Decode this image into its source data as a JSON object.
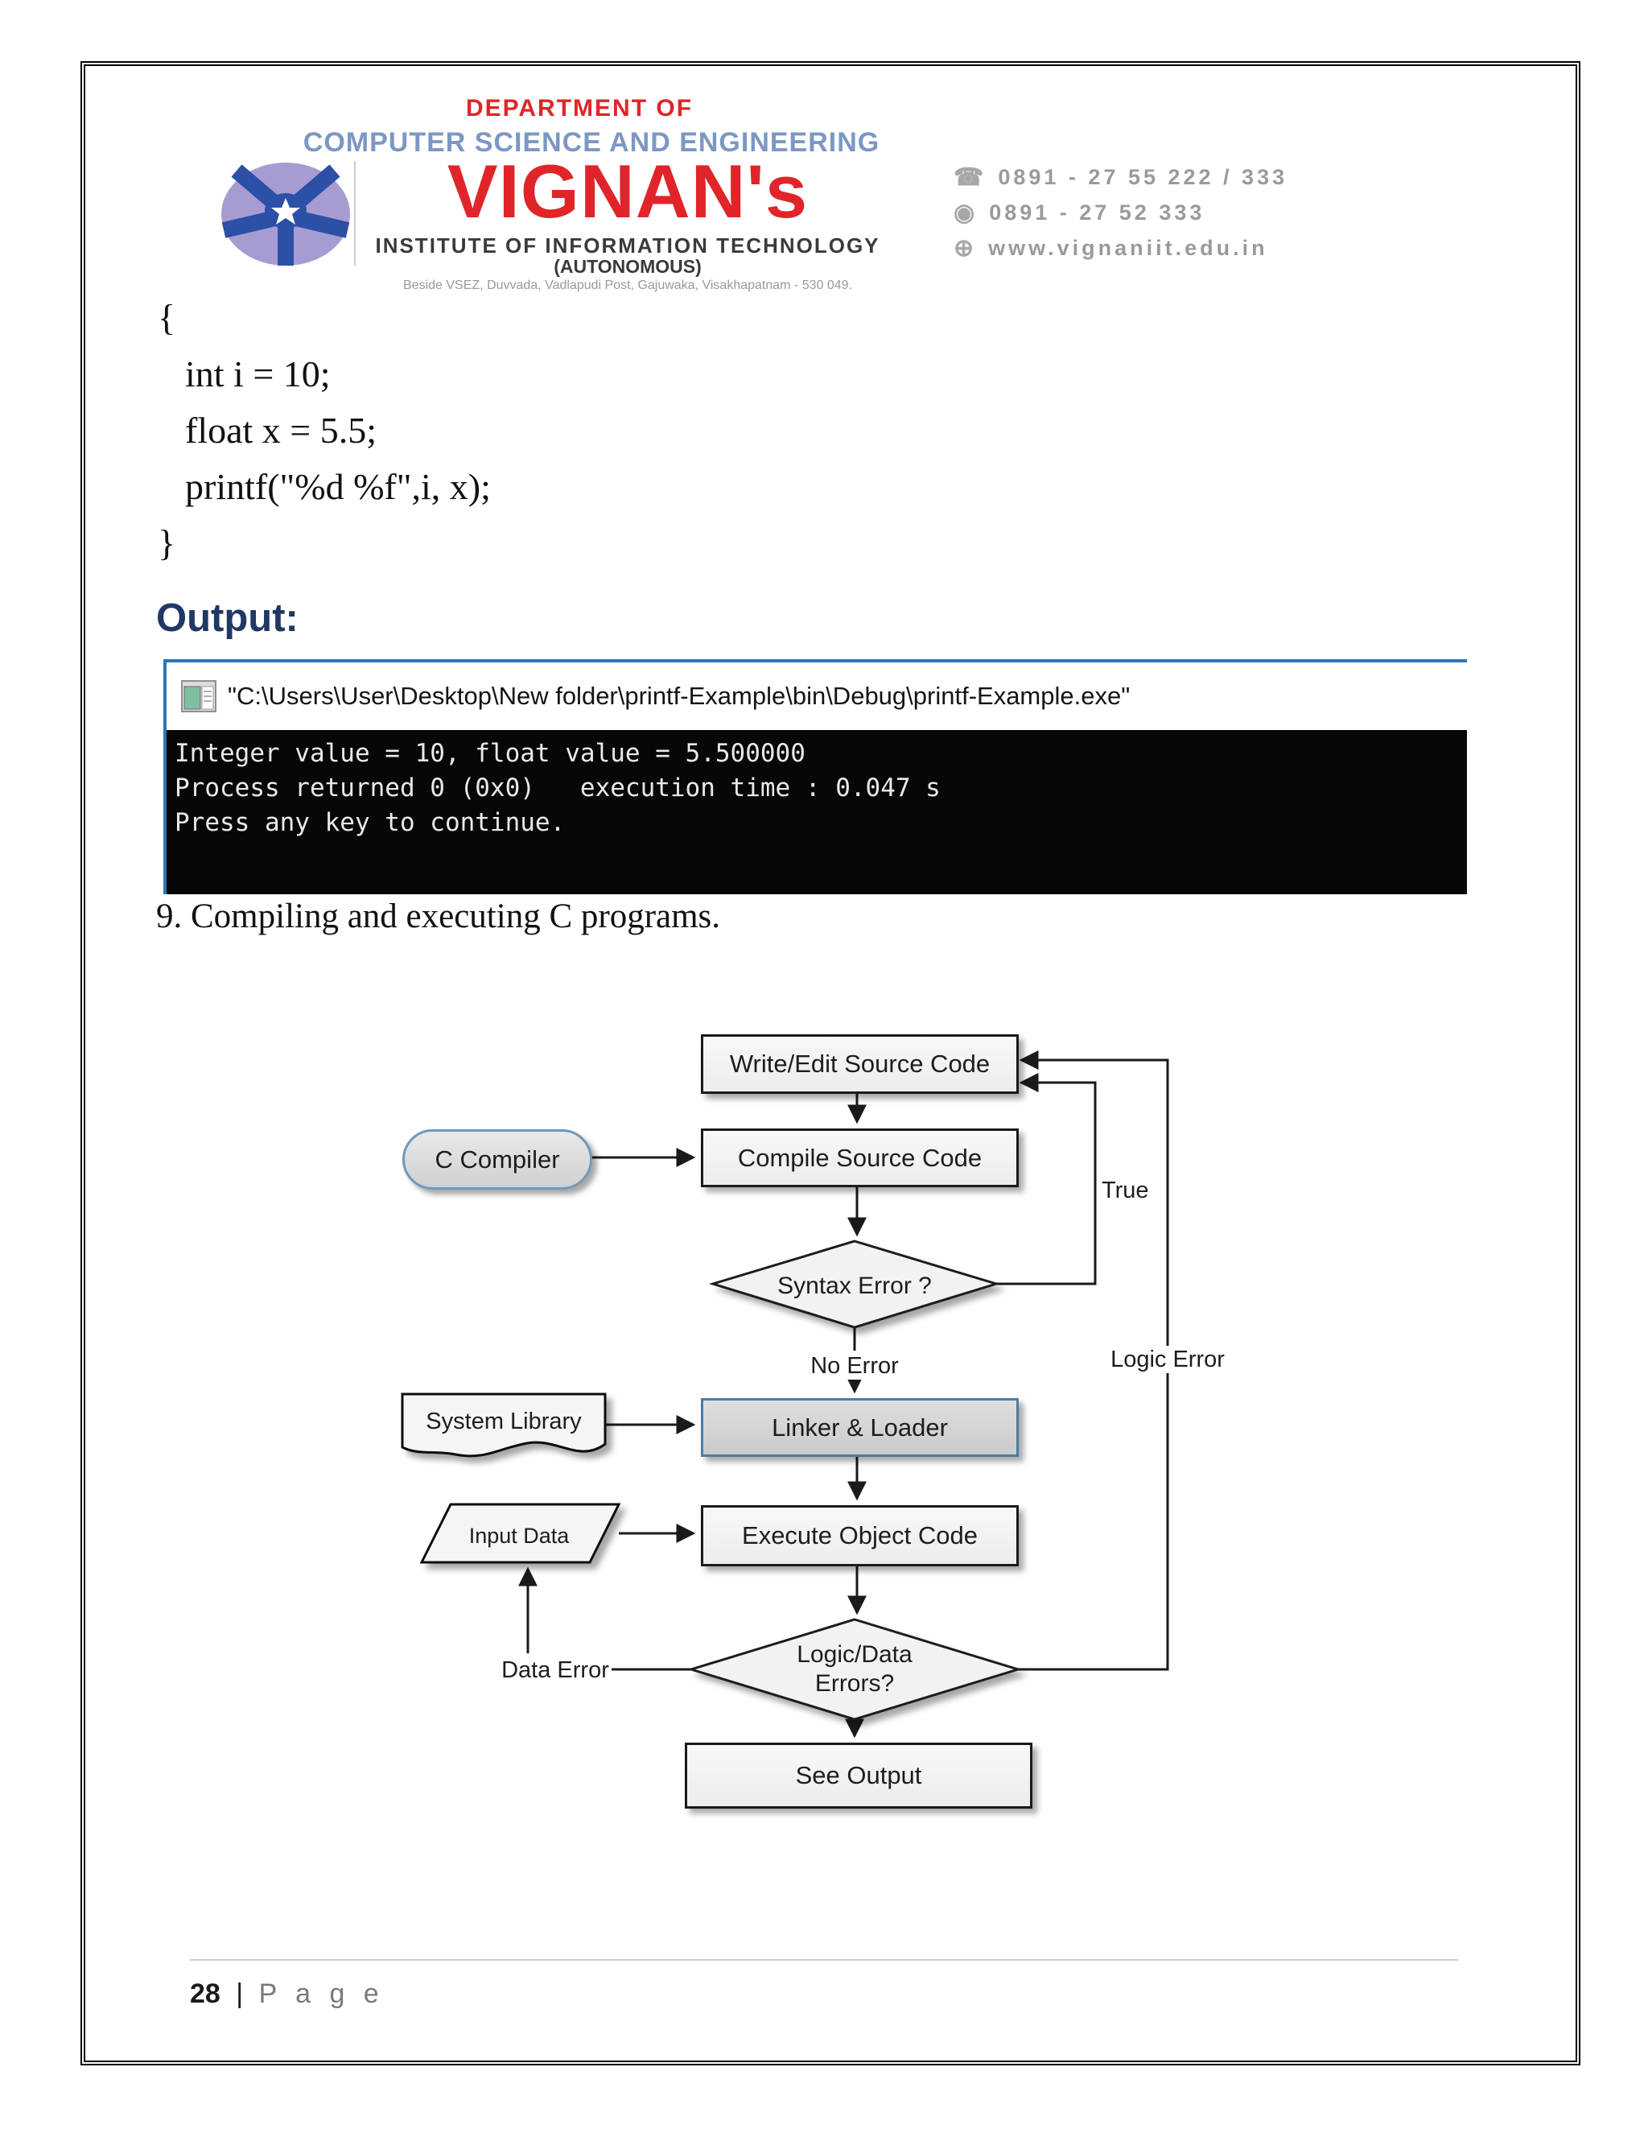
{
  "header": {
    "department_line1": "DEPARTMENT OF",
    "department_line2": "COMPUTER SCIENCE AND ENGINEERING",
    "institute_name": "VIGNAN's",
    "institute_subtitle": "INSTITUTE OF INFORMATION TECHNOLOGY",
    "institute_autonomous": "(AUTONOMOUS)",
    "institute_address": "Beside VSEZ, Duvvada, Vadlapudi Post, Gajuwaka, Visakhapatnam - 530 049.",
    "contact": {
      "phone1": "0891 - 27 55 222 / 333",
      "phone2": "0891 - 27 52 333",
      "website": "www.vignaniit.edu.in"
    },
    "colors": {
      "red": "#e0252a",
      "steel_blue": "#7b97c4",
      "emblem_purple": "#a79cd2",
      "emblem_blue": "#2b50a5"
    }
  },
  "code_block": {
    "lines": [
      "{",
      "int i = 10;",
      "float x = 5.5;",
      "printf(\"%d %f\",i, x);",
      "}"
    ]
  },
  "output_section": {
    "heading": "Output:",
    "console": {
      "title": "\"C:\\Users\\User\\Desktop\\New folder\\printf-Example\\bin\\Debug\\printf-Example.exe\"",
      "lines": [
        "Integer value = 10, float value = 5.500000",
        "Process returned 0 (0x0)   execution time : 0.047 s",
        "Press any key to continue."
      ]
    }
  },
  "section9": {
    "text": "9. Compiling and executing C programs."
  },
  "flowchart": {
    "nodes": {
      "write_edit": "Write/Edit Source Code",
      "compile": "Compile Source Code",
      "c_compiler": "C Compiler",
      "syntax_error": "Syntax Error ?",
      "system_library": "System Library",
      "linker_loader": "Linker & Loader",
      "input_data": "Input Data",
      "execute": "Execute Object Code",
      "logic_data_line1": "Logic/Data",
      "logic_data_line2": "Errors?",
      "see_output": "See Output"
    },
    "edge_labels": {
      "true_label": "True",
      "no_error": "No Error",
      "logic_error": "Logic Error",
      "data_error": "Data Error"
    }
  },
  "footer": {
    "page_number": "28",
    "separator": "|",
    "label": "P a g e"
  }
}
